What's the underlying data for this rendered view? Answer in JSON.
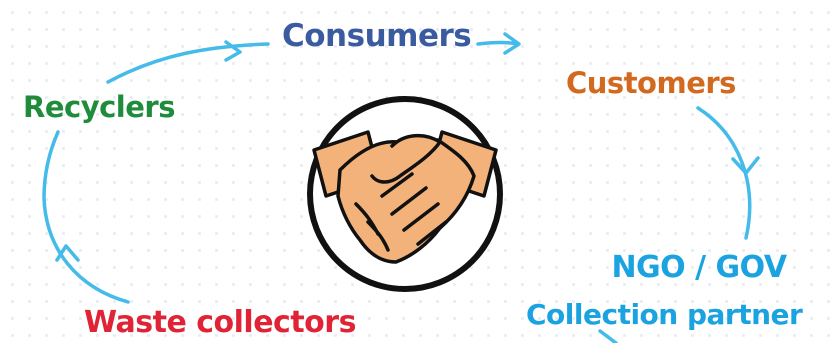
{
  "diagram": {
    "nodes": {
      "consumers": {
        "label": "Consumers",
        "color": "#3a5ba0"
      },
      "customers": {
        "label": "Customers",
        "color": "#d2691e"
      },
      "recyclers": {
        "label": "Recyclers",
        "color": "#1e8c3a"
      },
      "waste_collectors": {
        "label": "Waste collectors",
        "color": "#e02436"
      },
      "ngo_gov": {
        "label": "NGO / GOV",
        "color": "#1aa3e0"
      },
      "collection_partner": {
        "label": "Collection partner",
        "color": "#1aa3e0"
      }
    },
    "arrow_color": "#44bbe8",
    "center_icon": "handshake-icon",
    "flow": [
      "consumers",
      "customers",
      "ngo_gov",
      "waste_collectors",
      "recyclers"
    ]
  }
}
